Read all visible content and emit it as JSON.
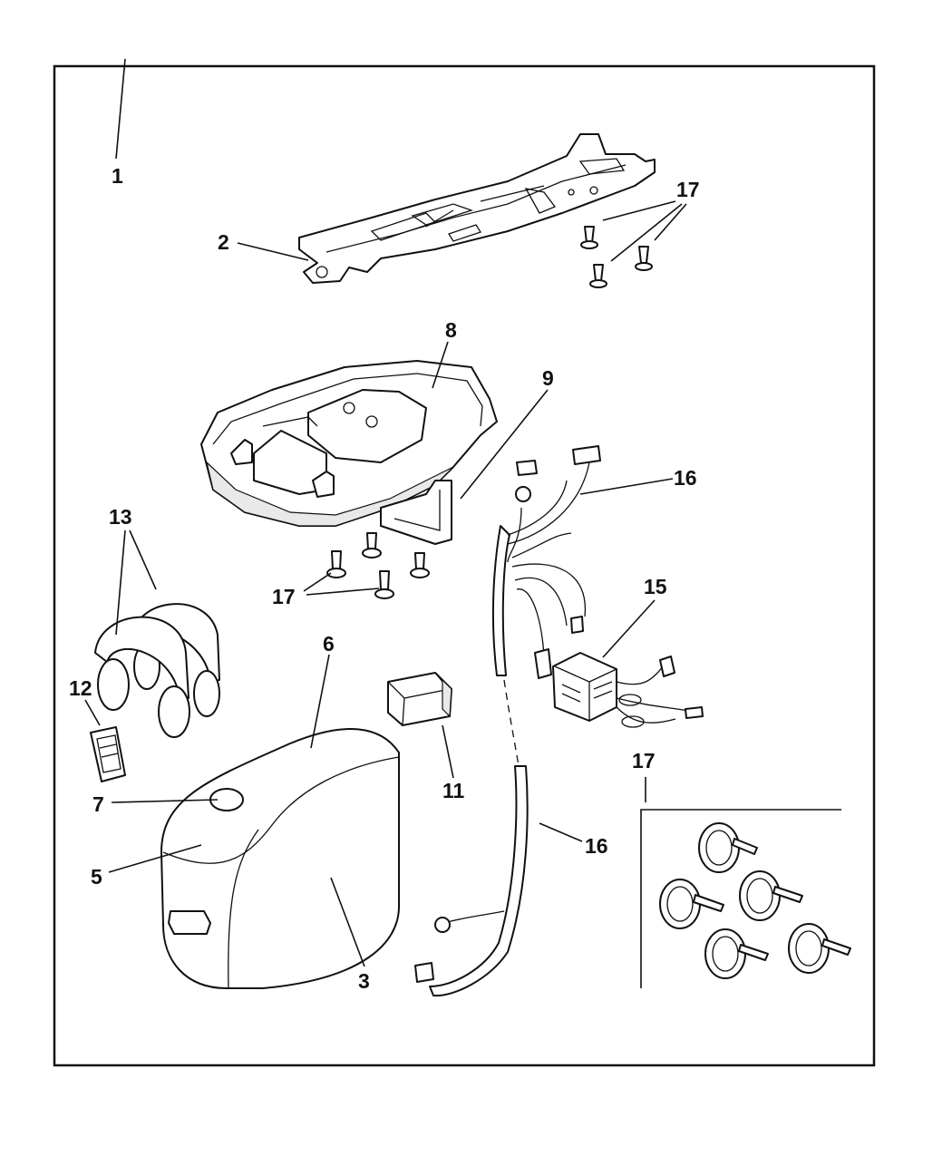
{
  "callouts": {
    "c1": "1",
    "c2": "2",
    "c3": "3",
    "c5": "5",
    "c6": "6",
    "c7": "7",
    "c8": "8",
    "c9": "9",
    "c11": "11",
    "c12": "12",
    "c13": "13",
    "c15": "15",
    "c16a": "16",
    "c16b": "16",
    "c17a": "17",
    "c17b": "17",
    "c17c": "17"
  }
}
